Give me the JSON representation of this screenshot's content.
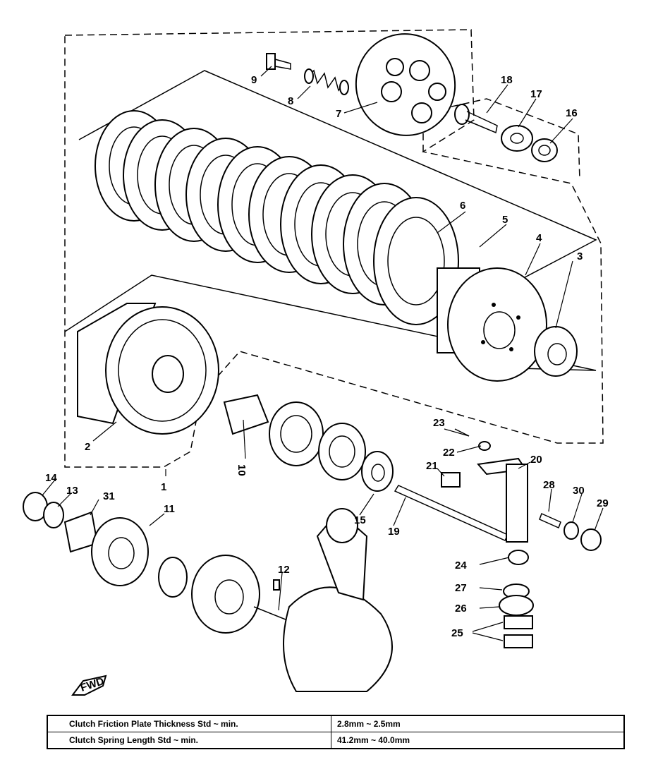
{
  "callouts": {
    "c1": "1",
    "c2": "2",
    "c3": "3",
    "c4": "4",
    "c5": "5",
    "c6": "6",
    "c7": "7",
    "c8": "8",
    "c9": "9",
    "c10": "10",
    "c11": "11",
    "c12": "12",
    "c13": "13",
    "c14": "14",
    "c15": "15",
    "c16": "16",
    "c17": "17",
    "c18": "18",
    "c19": "19",
    "c20": "20",
    "c21": "21",
    "c22": "22",
    "c23": "23",
    "c24": "24",
    "c25": "25",
    "c26": "26",
    "c27": "27",
    "c28": "28",
    "c29": "29",
    "c30": "30",
    "c31": "31"
  },
  "fwd_label": "FWD",
  "spec_table": {
    "rows": [
      {
        "label": "Clutch Friction Plate Thickness Std ~ min.",
        "value": "2.8mm ~ 2.5mm"
      },
      {
        "label": "Clutch Spring Length Std ~ min.",
        "value": "41.2mm ~ 40.0mm"
      }
    ]
  }
}
